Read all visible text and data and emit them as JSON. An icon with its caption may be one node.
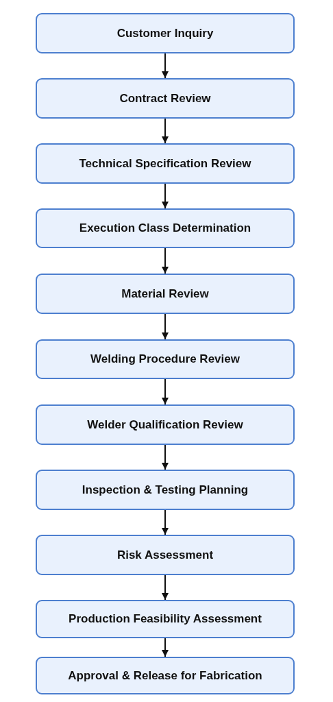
{
  "diagram": {
    "nodes": [
      {
        "text": [
          "Customer Inquiry"
        ]
      },
      {
        "text": [
          "Contract Review"
        ]
      },
      {
        "text": [
          "Technical Specification Review"
        ]
      },
      {
        "text": [
          "Execution Class Determination"
        ]
      },
      {
        "text": [
          "Material Review"
        ]
      },
      {
        "text": [
          "Welding Procedure Review"
        ]
      },
      {
        "text": [
          "Welder Qualification Review"
        ]
      },
      {
        "text": [
          "Inspection & Testing Planning"
        ]
      },
      {
        "text": [
          "Risk Assessment"
        ]
      },
      {
        "text": [
          "Production Feasibility Assessment"
        ]
      },
      {
        "text": [
          "Approval & Release for Fabrication"
        ]
      }
    ],
    "edges": [
      {
        "from": 0,
        "to": 1,
        "arrow": "to"
      },
      {
        "from": 1,
        "to": 2,
        "arrow": "to"
      },
      {
        "from": 2,
        "to": 3,
        "arrow": "to"
      },
      {
        "from": 3,
        "to": 4,
        "arrow": "to"
      },
      {
        "from": 4,
        "to": 5,
        "arrow": "to"
      },
      {
        "from": 5,
        "to": 6,
        "arrow": "to"
      },
      {
        "from": 6,
        "to": 7,
        "arrow": "to"
      },
      {
        "from": 7,
        "to": 8,
        "arrow": "to"
      },
      {
        "from": 8,
        "to": 9,
        "arrow": "to"
      },
      {
        "from": 9,
        "to": 10,
        "arrow": "to"
      }
    ]
  }
}
